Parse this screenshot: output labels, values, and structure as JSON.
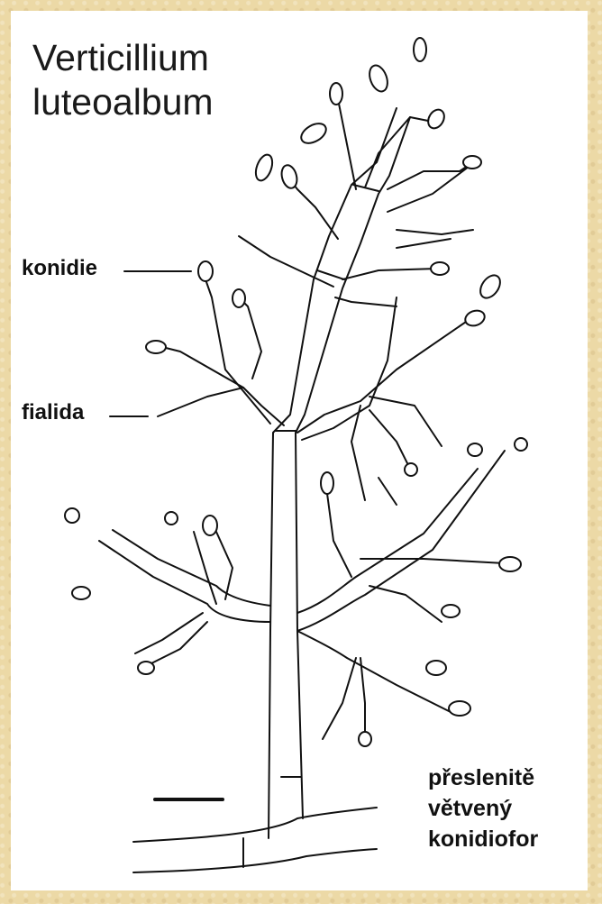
{
  "figure": {
    "title_line1": "Verticillium",
    "title_line2": "luteoalbum",
    "labels": {
      "conidia": "konidie",
      "phialide": "fialida"
    },
    "caption_line1": "přeslenitě",
    "caption_line2": "větvený",
    "caption_line3": "konidiofor"
  },
  "colors": {
    "background_frame": "#ecd9a6",
    "panel": "#ffffff",
    "ink": "#111111"
  }
}
